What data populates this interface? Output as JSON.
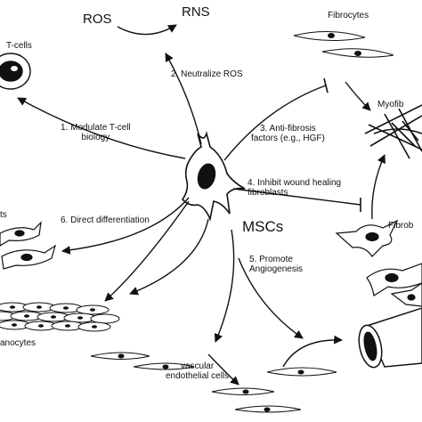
{
  "top_label_left": "ROS",
  "top_label_right": "RNS",
  "center_label": "MSCs",
  "mechanisms": {
    "neutralize": "2. Neutralize ROS",
    "tcell": "1. Modulate T-cell\nbiology",
    "antifibrosis": "3. Anti-fibrosis\nfactors (e.g., HGF)",
    "wound": "4. Inhibit wound healing\nfibroblasts",
    "differentiation": "6. Direct differentiation",
    "angiogenesis": "5. Promote\nAngiogenesis"
  },
  "cell_labels": {
    "tcells": "T-cells",
    "fibrocytes": "Fibrocytes",
    "myofib": "Myofib",
    "fibrob": "Fibrob",
    "left_cells": "ts",
    "anocytes": "anocytes",
    "vascular": "vascular\nendothelial cells"
  },
  "colors": {
    "ink": "#111111",
    "background": "#ffffff"
  }
}
